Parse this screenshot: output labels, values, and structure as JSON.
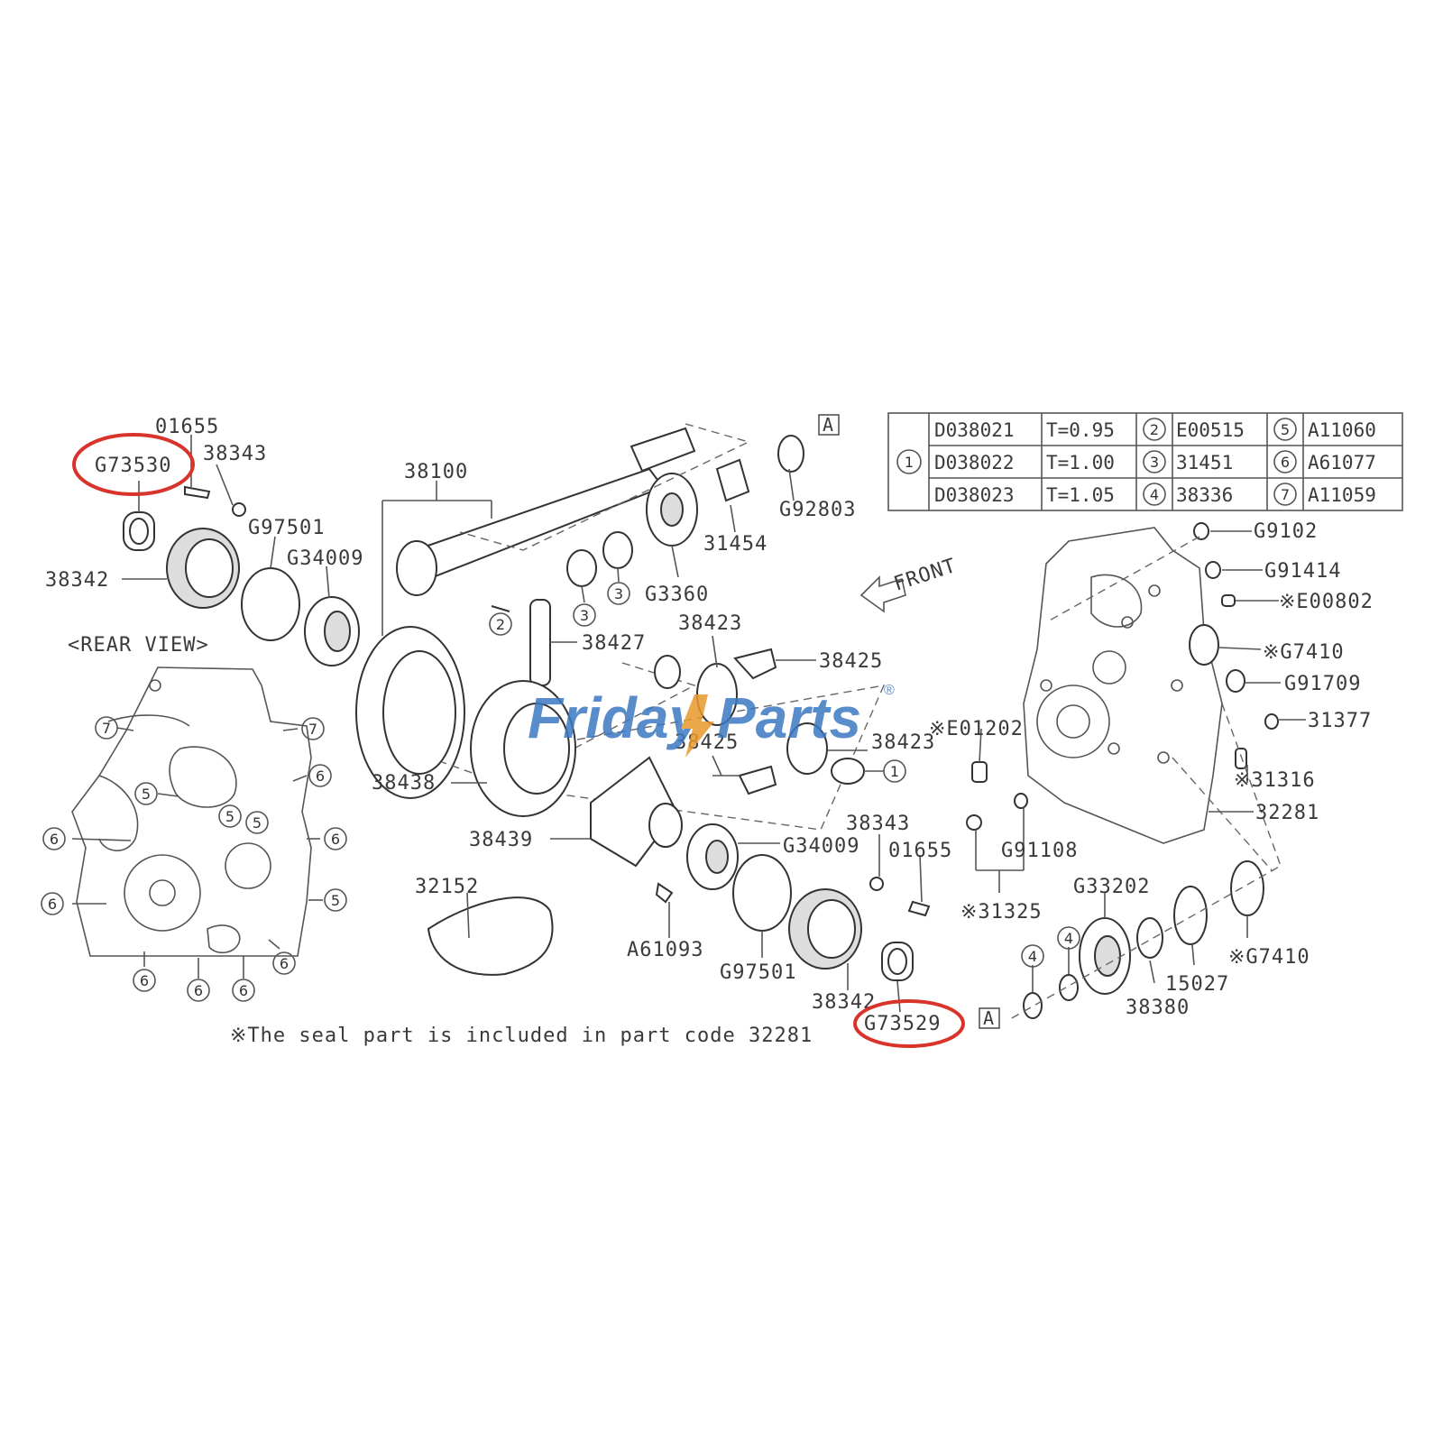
{
  "watermark": {
    "brand_a": "Friday",
    "brand_b": "Parts",
    "registered": "®"
  },
  "labels": {
    "g73530": "G73530",
    "s01655_top": "01655",
    "s38343_top": "38343",
    "s38342_top": "38342",
    "g97501_top": "G97501",
    "g34009_top": "G34009",
    "s38100": "38100",
    "rear_view": "<REAR VIEW>",
    "g92803": "G92803",
    "s31454": "31454",
    "g3360": "G3360",
    "s38427": "38427",
    "s38423_top": "38423",
    "s38425_top": "38425",
    "s38425_bot": "38425",
    "s38423_bot": "38423",
    "s38438": "38438",
    "s38439": "38439",
    "g34009_bot": "G34009",
    "s38343_bot": "38343",
    "s01655_bot": "01655",
    "s32152": "32152",
    "a61093": "A61093",
    "g97501_bot": "G97501",
    "s38342_bot": "38342",
    "g73529": "G73529",
    "front": "FRONT",
    "e01202": "※E01202",
    "g91108": "G91108",
    "s31325": "※31325",
    "g9102": "G9102",
    "g91414": "G91414",
    "e00802": "※E00802",
    "g7410_top": "※G7410",
    "g91709": "G91709",
    "s31377": "31377",
    "s31316": "※31316",
    "s32281": "32281",
    "g33202": "G33202",
    "g7410_bot": "※G7410",
    "s15027": "15027",
    "s38380": "38380",
    "box_a": "A"
  },
  "table": {
    "rows": [
      {
        "part": "D038021",
        "thickness": "T=0.95",
        "ref2": "E00515",
        "ref5": "A11060"
      },
      {
        "part": "D038022",
        "thickness": "T=1.00",
        "ref2": "31451",
        "ref5": "A61077"
      },
      {
        "part": "D038023",
        "thickness": "T=1.05",
        "ref2": "38336",
        "ref5": "A11059"
      }
    ],
    "circle_main": "1",
    "circle_mid": [
      "2",
      "3",
      "4"
    ],
    "circle_right": [
      "5",
      "6",
      "7"
    ]
  },
  "circled_numbers": {
    "n1": "1",
    "n2": "2",
    "n3": "3",
    "n4": "4",
    "n5": "5",
    "n6": "6",
    "n7": "7"
  },
  "footnote": "※The seal  part is included in part code 32281",
  "colors": {
    "highlight": "#d9342b",
    "watermark_blue": "#3b78c2",
    "watermark_orange": "#e89a2c",
    "line": "#555555"
  }
}
